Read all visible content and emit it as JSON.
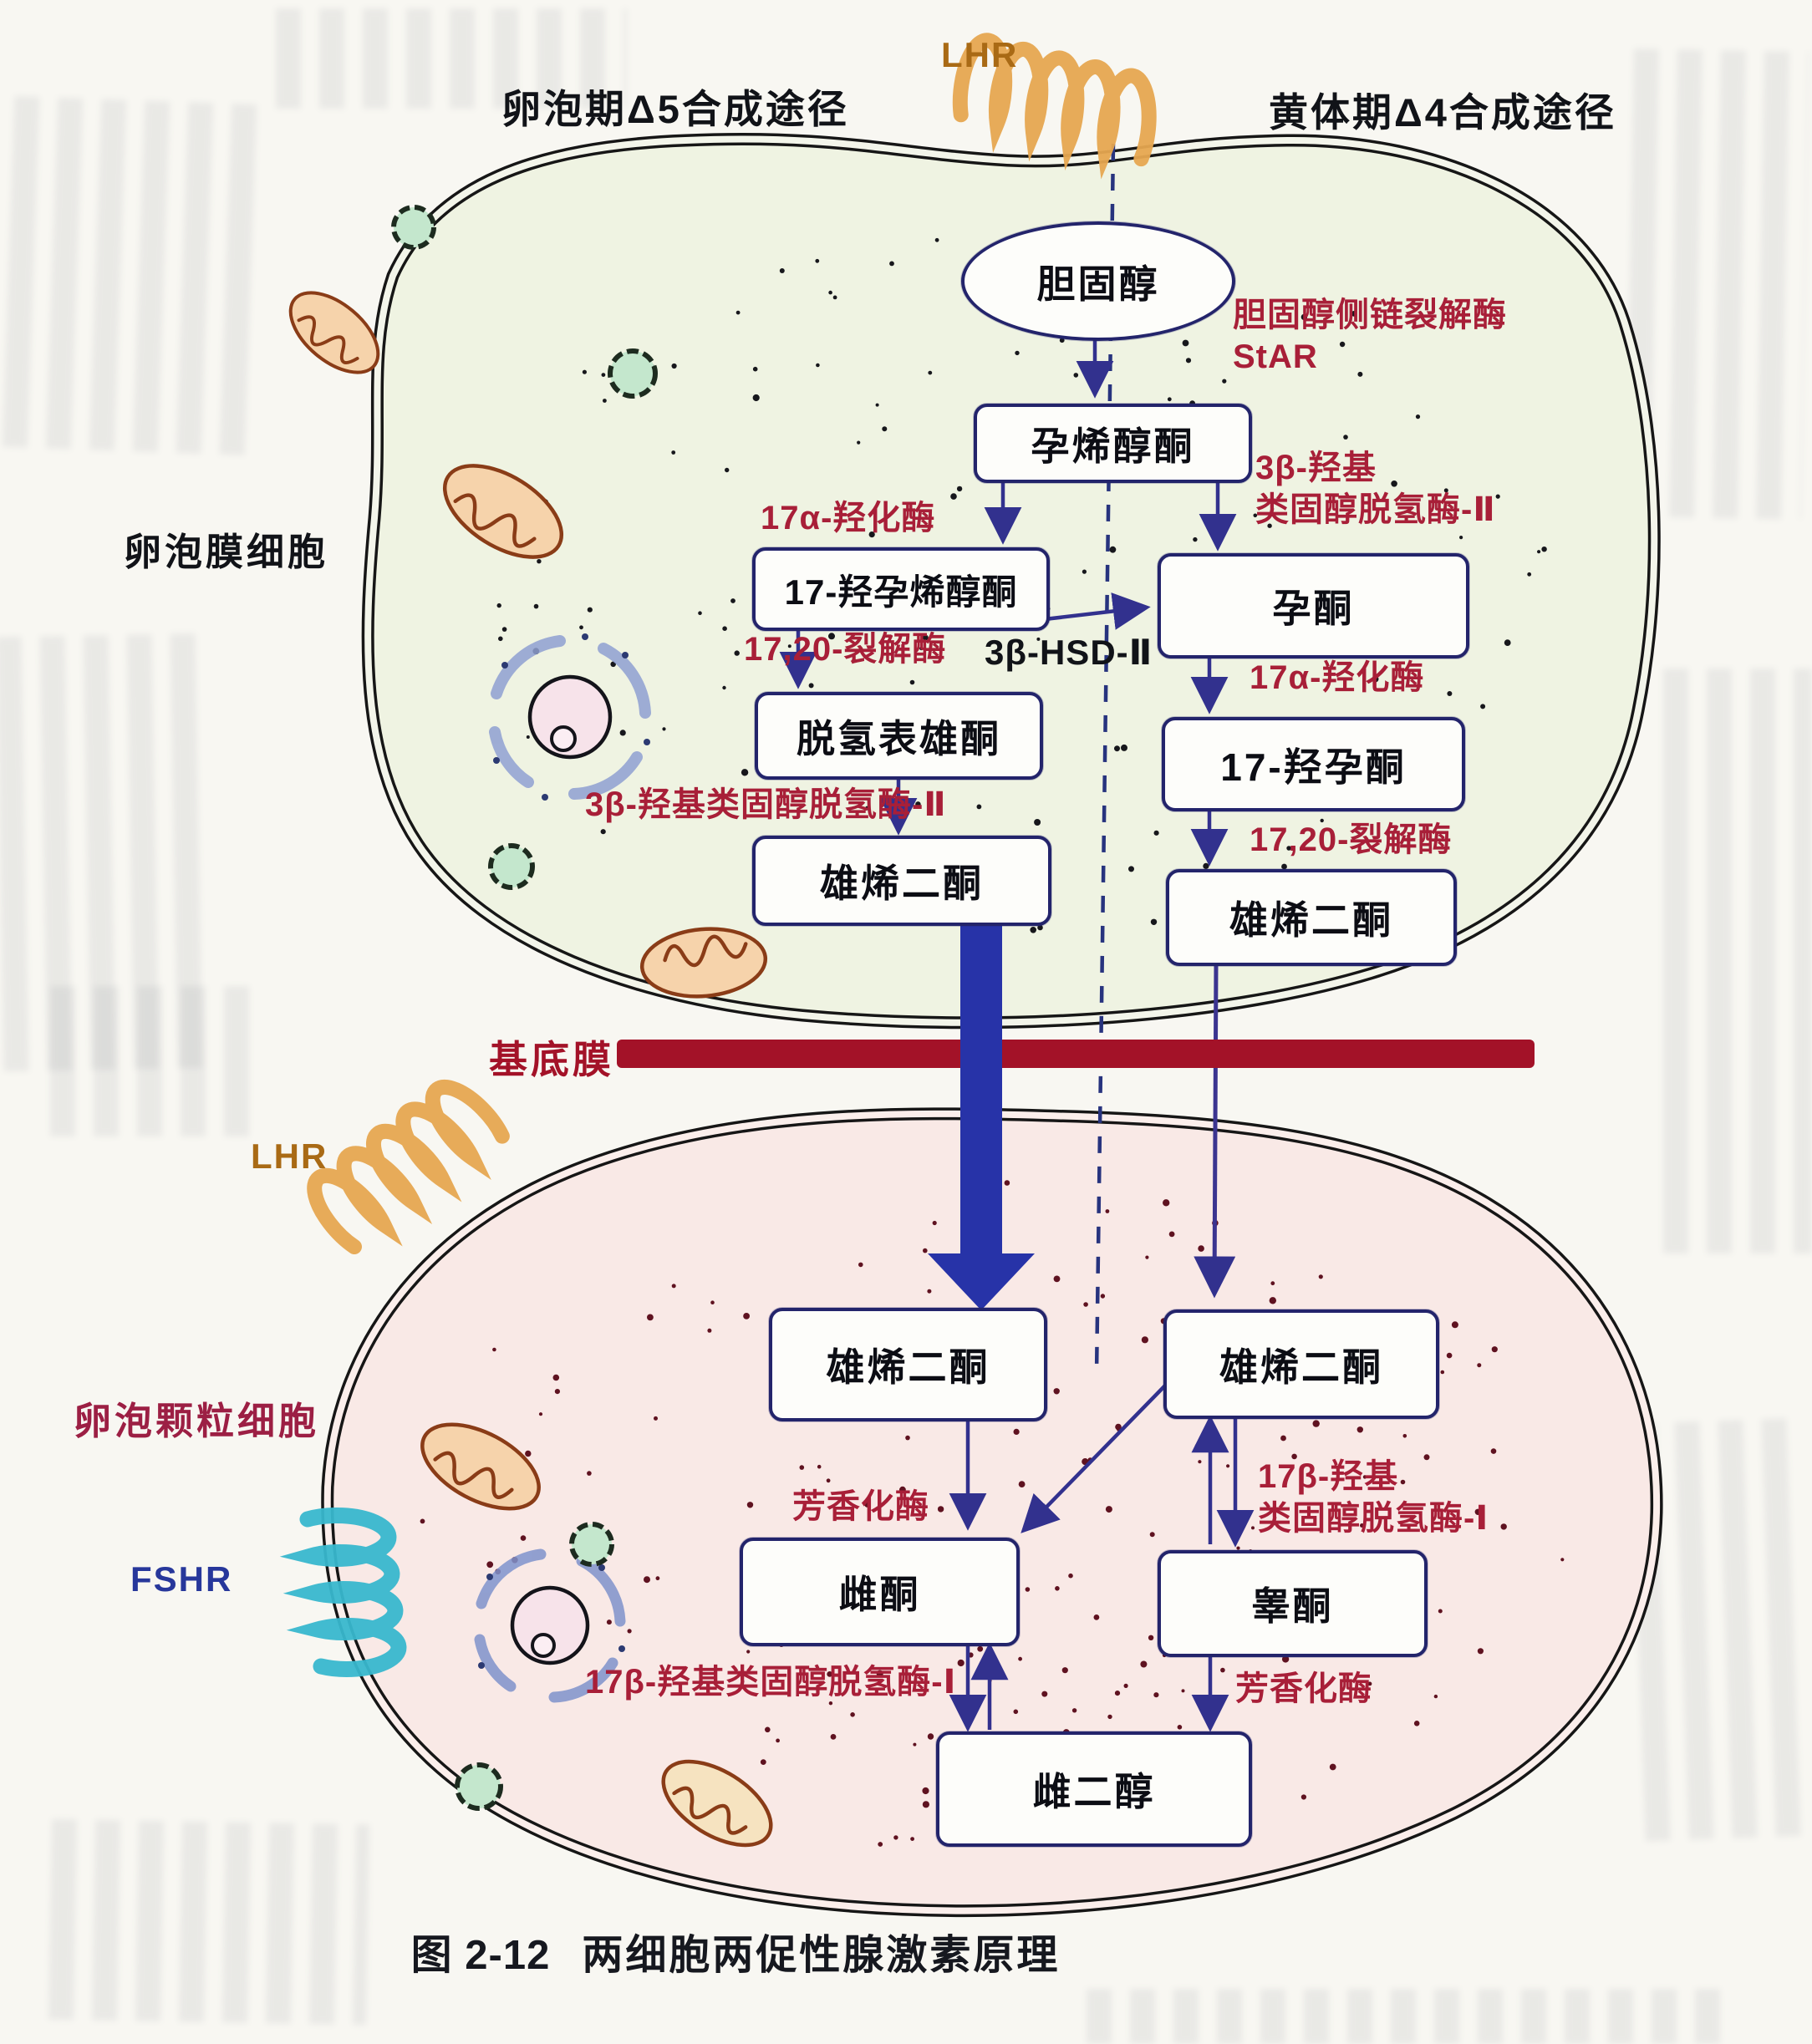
{
  "figure": {
    "caption_number": "图 2-12",
    "caption_title": "两细胞两促性腺激素原理"
  },
  "header": {
    "left_pathway": "卵泡期Δ5合成途径",
    "right_pathway": "黄体期Δ4合成途径",
    "lh_receptor": "LHR"
  },
  "theca": {
    "cell_label": "卵泡膜细胞",
    "nodes": {
      "cholesterol": "胆固醇",
      "pregnenolone": "孕烯醇酮",
      "oh_pregnenolone": "17-羟孕烯醇酮",
      "dhea": "脱氢表雄酮",
      "androstenedione_left": "雄烯二酮",
      "progesterone": "孕酮",
      "oh_progesterone": "17-羟孕酮",
      "androstenedione_right": "雄烯二酮"
    },
    "enzymes": {
      "scc_line1": "胆固醇侧链裂解酶",
      "scc_line2": "StAR",
      "hydroxylase_left": "17α-羟化酶",
      "lyase_left": "17,20-裂解酶",
      "hsd3b_left": "3β-羟基类固醇脱氢酶-Ⅱ",
      "hsd3b_right_line1": "3β-羟基",
      "hsd3b_right_line2": "类固醇脱氢酶-Ⅱ",
      "hsd3b_center": "3β-HSD-Ⅱ",
      "hydroxylase_right": "17α-羟化酶",
      "lyase_right": "17,20-裂解酶"
    }
  },
  "basement_membrane_label": "基底膜",
  "granulosa": {
    "cell_label": "卵泡颗粒细胞",
    "lh_receptor": "LHR",
    "fsh_receptor": "FSHR",
    "nodes": {
      "androstenedione_left": "雄烯二酮",
      "androstenedione_right": "雄烯二酮",
      "estrone": "雌酮",
      "testosterone": "睾酮",
      "estradiol": "雌二醇"
    },
    "enzymes": {
      "aromatase_left": "芳香化酶",
      "aromatase_right": "芳香化酶",
      "hsd17b_left": "17β-羟基类固醇脱氢酶-Ⅰ",
      "hsd17b_right_line1": "17β-羟基",
      "hsd17b_right_line2": "类固醇脱氢酶-Ⅰ"
    }
  },
  "colors": {
    "enzyme_red": "#a81f38",
    "arrow_blue": "#32318e",
    "big_arrow_blue": "#2733a8",
    "membrane_red": "#a31228",
    "lhr_orange": "#e6a750",
    "lhr_text_brown": "#a96a15",
    "fshr_teal": "#38b7cd",
    "fshr_text_blue": "#27379b",
    "theca_fill": "#eff3e2",
    "granulosa_fill": "#f9e9e6"
  }
}
